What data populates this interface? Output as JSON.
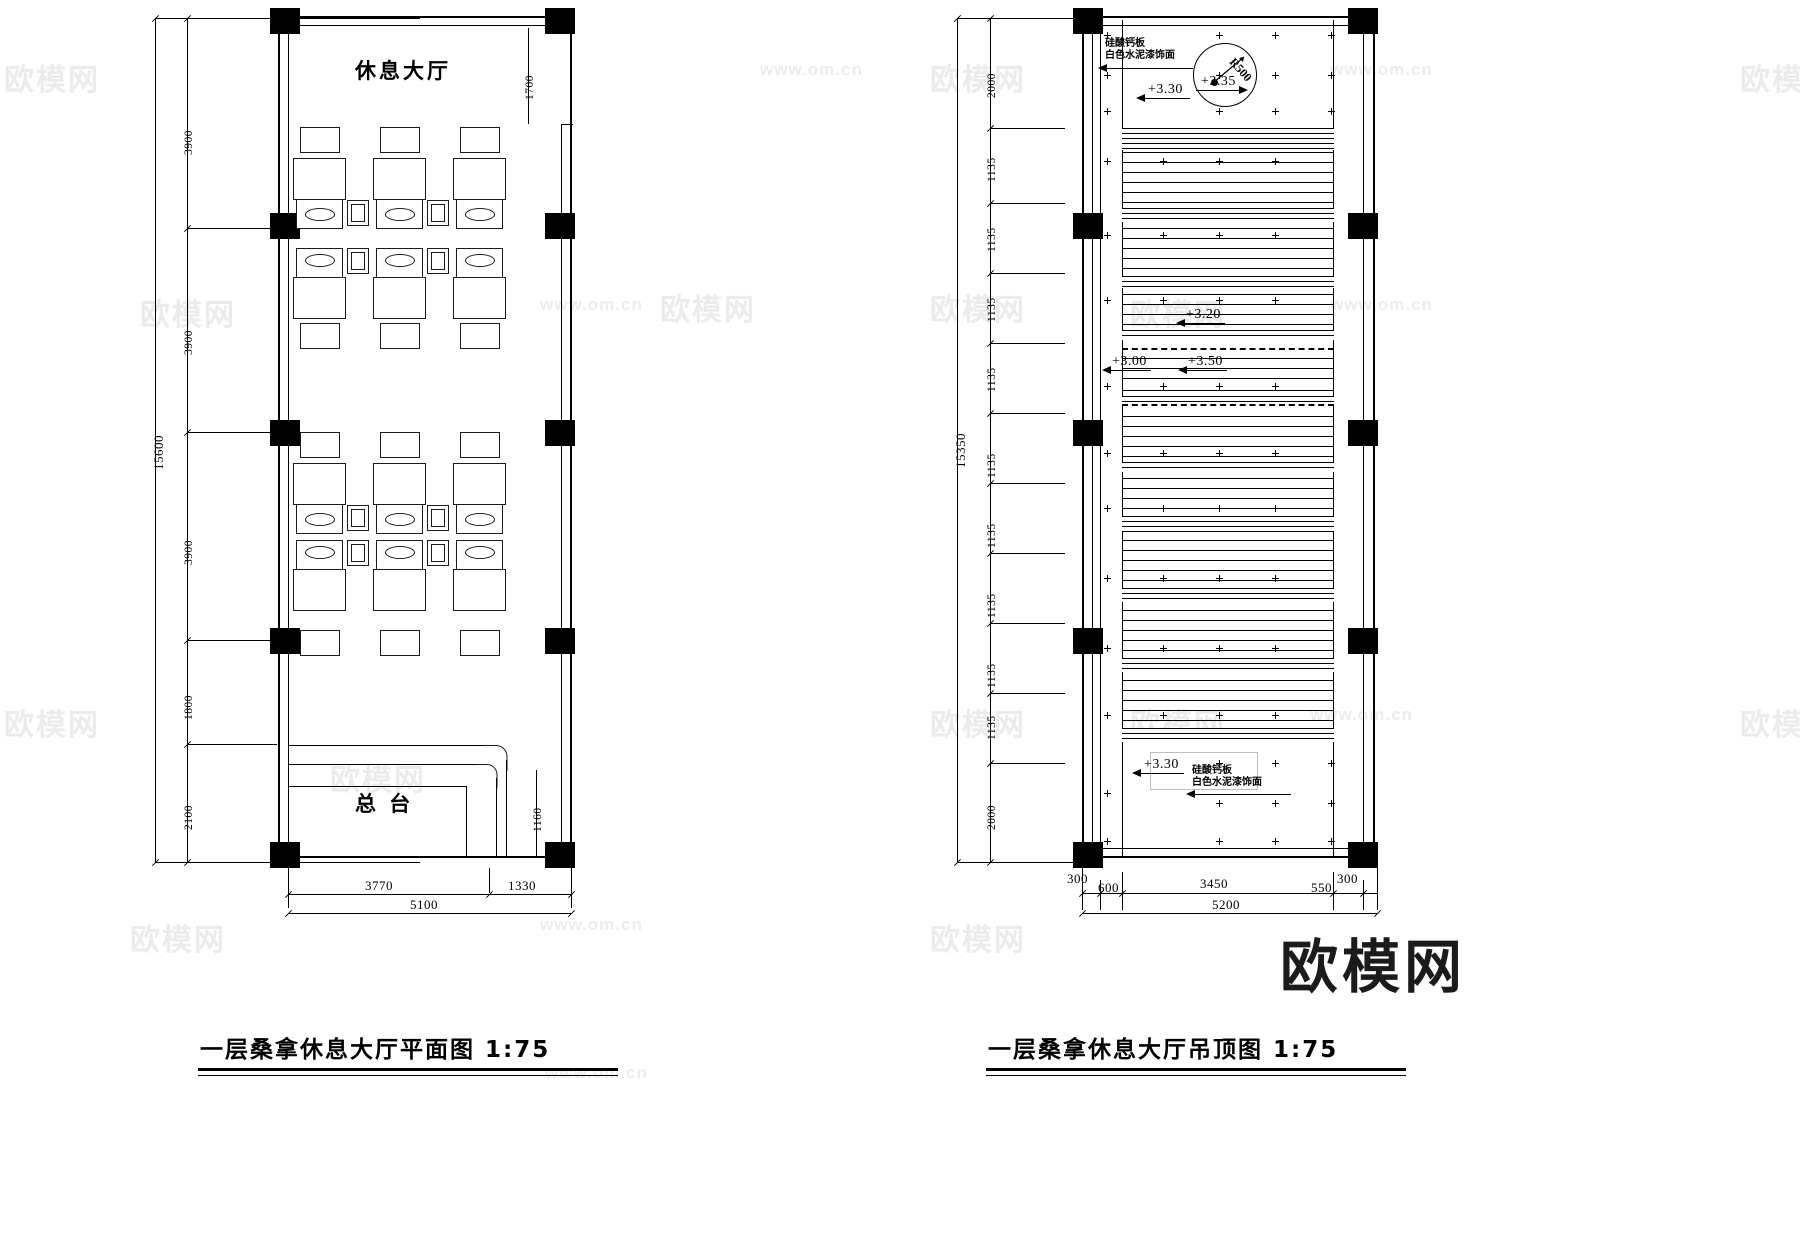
{
  "document": {
    "type": "architectural-cad-drawing",
    "sheet_background": "#ffffff",
    "line_color": "#000000"
  },
  "left_drawing": {
    "title": "一层桑拿休息大厅平面图  1:75",
    "scale": "1:75",
    "room_labels": [
      {
        "text": "休息大厅",
        "meaning": "lounge-hall"
      },
      {
        "text": "总 台",
        "meaning": "reception-desk"
      }
    ],
    "vertical_dimensions": {
      "overall": "15600",
      "segments": [
        "3900",
        "3900",
        "3900",
        "1800",
        "2100"
      ]
    },
    "horizontal_dimensions": {
      "overall": "5100",
      "segments": [
        "3770",
        "1330"
      ]
    },
    "other_dimensions": [
      "1700",
      "1160"
    ]
  },
  "right_drawing": {
    "title": "一层桑拿休息大厅吊顶图  1:75",
    "scale": "1:75",
    "vertical_dimensions": {
      "overall": "15350",
      "segments": [
        "2000",
        "1135",
        "1135",
        "1135",
        "1135",
        "1135",
        "1135",
        "1135",
        "1135",
        "1135",
        "1135",
        "2000"
      ]
    },
    "horizontal_dimensions": {
      "overall": "5200",
      "segments": [
        "300",
        "600",
        "3450",
        "550",
        "300"
      ]
    },
    "material_notes": [
      {
        "line1": "硅酸钙板",
        "line2": "白色水泥漆饰面"
      },
      {
        "line1": "硅酸钙板",
        "line2": "白色水泥漆饰面"
      }
    ],
    "elevations": [
      "+3.30",
      "+3.35",
      "+3.20",
      "+3.00",
      "+3.50",
      "+3.30"
    ],
    "radius_label": "R500"
  },
  "watermarks": {
    "cn_small": "欧模网",
    "url": "www.om.cn",
    "brand_big": "欧模网"
  }
}
